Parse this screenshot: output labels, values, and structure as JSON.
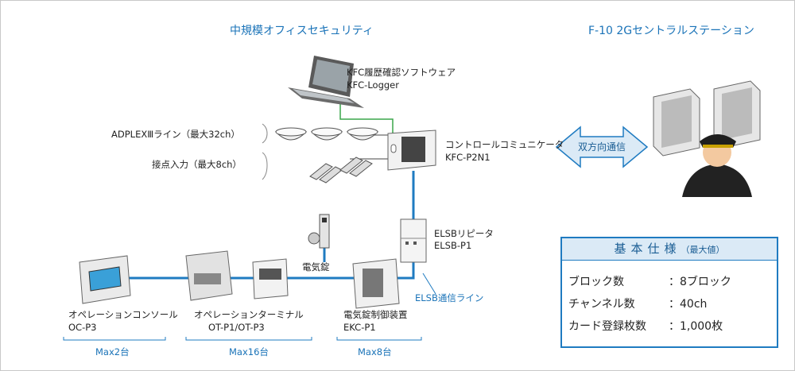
{
  "titles": {
    "left": "中規模オフィスセキュリティ",
    "right": "F-10 2Gセントラルステーション"
  },
  "devices": {
    "logger": {
      "name": "KFC履歴確認ソフトウェア",
      "model": "KFC-Logger"
    },
    "controller": {
      "name": "コントロールコミュニケータ",
      "model": "KFC-P2N1"
    },
    "repeater": {
      "name": "ELSBリピータ",
      "model": "ELSB-P1"
    },
    "lock": {
      "name": "電気錠"
    },
    "console": {
      "name": "オペレーションコンソール",
      "model": "OC-P3"
    },
    "terminal": {
      "name": "オペレーションターミナル",
      "model": "OT-P1/OT-P3"
    },
    "lock_controller": {
      "name": "電気錠制御装置",
      "model": "EKC-P1"
    }
  },
  "inputs": {
    "adplex": "ADPLEXⅢライン（最大32ch）",
    "contact": "接点入力（最大8ch）"
  },
  "lines": {
    "elsb": "ELSB通信ライン"
  },
  "counts": {
    "console": "Max2台",
    "terminal": "Max16台",
    "lock_controller": "Max8台"
  },
  "link": {
    "label": "双方向通信"
  },
  "spec": {
    "heading": "基本仕様",
    "heading_note": "（最大値）",
    "rows": [
      {
        "label": "ブロック数",
        "value": "：8ブロック"
      },
      {
        "label": "チャンネル数",
        "value": "：40ch"
      },
      {
        "label": "カード登録枚数",
        "value": "：1,000枚"
      }
    ]
  }
}
